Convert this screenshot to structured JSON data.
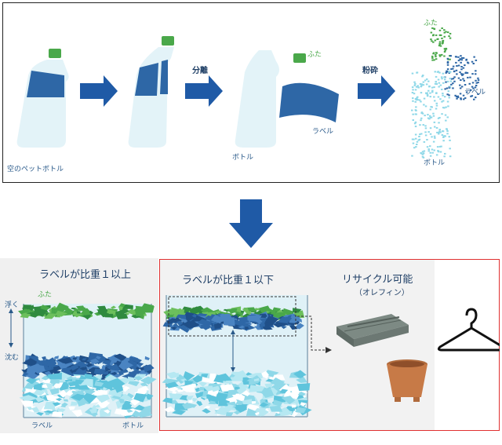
{
  "top": {
    "empty_bottle_label": "空のペットボトル",
    "step_separate": "分離",
    "step_crush": "粉砕",
    "cap_label": "ふた",
    "label_label": "ラベル",
    "bottle_label": "ボトル",
    "crushed_cap_label": "ふた",
    "crushed_label_label": "ラベル",
    "crushed_bottle_label": "ボトル"
  },
  "left": {
    "title": "ラベルが比重１以上",
    "cap": "ふた",
    "float": "浮く",
    "sink": "沈む",
    "label": "ラベル",
    "bottle": "ボトル"
  },
  "right": {
    "title": "ラベルが比重１以下",
    "recycle_title": "リサイクル可能",
    "recycle_sub": "（オレフィン）"
  },
  "colors": {
    "arrow": "#1f5aa6",
    "label_blue": "#2e67a6",
    "cap_green": "#4aa84a",
    "bottle_cyan": "#8fd8e8",
    "water": "#dff1f7",
    "frame_red": "#e03030"
  }
}
